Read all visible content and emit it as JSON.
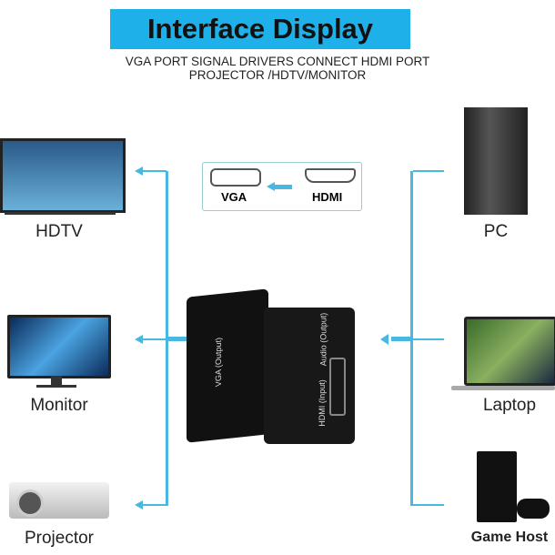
{
  "header": {
    "title": "Interface Display",
    "subtitle_line1": "VGA PORT SIGNAL DRIVERS CONNECT HDMI PORT",
    "subtitle_line2": "PROJECTOR /HDTV/MONITOR"
  },
  "conversion": {
    "from": "HDMI",
    "to": "VGA"
  },
  "outputs": [
    {
      "label": "HDTV"
    },
    {
      "label": "Monitor"
    },
    {
      "label": "Projector"
    }
  ],
  "inputs": [
    {
      "label": "PC"
    },
    {
      "label": "Laptop"
    },
    {
      "label": "Game Host"
    }
  ],
  "adapter": {
    "vga_label": "VGA",
    "vga_sub": "(Output)",
    "audio_label": "Audio",
    "audio_sub": "(Output)",
    "hdmi_label": "HDMI",
    "hdmi_sub": "(Input)"
  },
  "colors": {
    "accent": "#1eb0e8",
    "line": "#49b8e0"
  }
}
